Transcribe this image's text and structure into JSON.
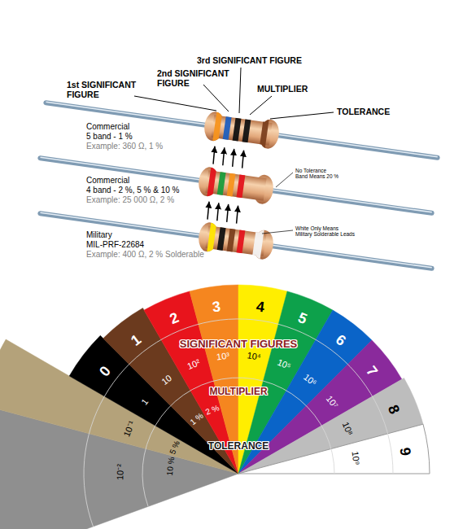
{
  "diagram": {
    "labels": [
      "1st SIGNIFICANT FIGURE",
      "2nd SIGNIFICANT FIGURE",
      "3rd SIGNIFICANT FIGURE",
      "MULTIPLIER",
      "TOLERANCE",
      "Commercial",
      "5 band - 1 %",
      "Example: 360 Ω, 1 %",
      "Commercial",
      "4 band - 2 %, 5 % & 10 %",
      "Example: 25 000 Ω, 2 %",
      "No Tolerance",
      "Band Means 20 %",
      "Military",
      "MIL-PRF-22684",
      "Example: 400 Ω, 2 % Solderable",
      "White Only Means",
      "Military Solderable Leads",
      "SIGNIFICANT FIGURES",
      "MULTIPLIER",
      "TOLERANCE",
      "0",
      "1",
      "2",
      "3",
      "4",
      "5",
      "6",
      "7",
      "8",
      "9",
      "10⁻²",
      "10⁻¹",
      "1",
      "10",
      "10²",
      "10³",
      "10⁴",
      "10⁵",
      "10⁶",
      "10⁷",
      "10⁸",
      "10⁹",
      "10 %",
      "5 %",
      "1 %",
      "2 %"
    ]
  }
}
